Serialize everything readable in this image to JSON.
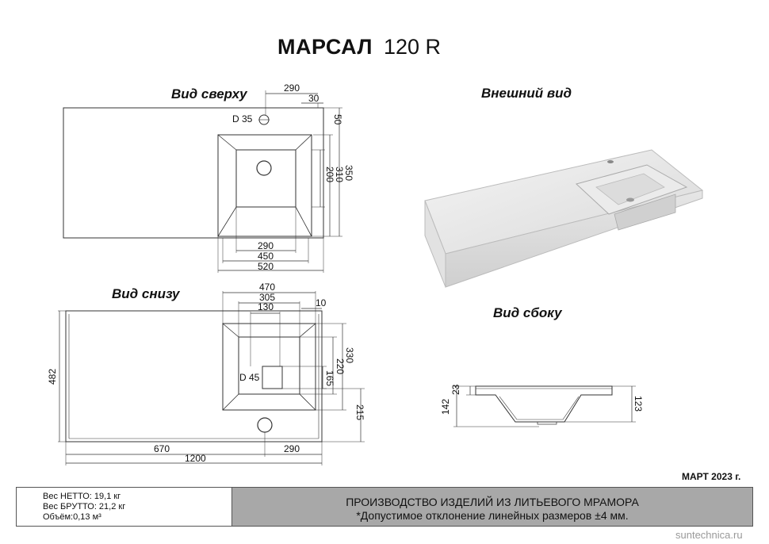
{
  "title": {
    "name": "МАРСАЛ",
    "model": "120 R"
  },
  "views": {
    "top": "Вид сверху",
    "external": "Внешний вид",
    "bottom": "Вид снизу",
    "side": "Вид сбоку"
  },
  "top_dims": {
    "d290": "290",
    "d30": "30",
    "d50": "50",
    "d35": "D 35",
    "d200": "200",
    "d310": "310",
    "d350": "350",
    "d290b": "290",
    "d450": "450",
    "d520": "520"
  },
  "bottom_dims": {
    "d470": "470",
    "d305": "305",
    "d130": "130",
    "d10": "10",
    "d482": "482",
    "d330": "330",
    "d220": "220",
    "d165": "165",
    "d45": "D 45",
    "d215": "215",
    "d670": "670",
    "d290": "290",
    "d1200": "1200"
  },
  "side_dims": {
    "d23": "23",
    "d142": "142",
    "d123": "123"
  },
  "date": "МАРТ 2023 г.",
  "specs": [
    "Вес НЕТТО: 19,1 кг",
    "Вес БРУТТО: 21,2 кг",
    "Объём:0,13 м³"
  ],
  "production": "ПРОИЗВОДСТВО ИЗДЕЛИЙ ИЗ ЛИТЬЕВОГО МРАМОРА",
  "tolerance": "*Допустимое отклонение линейных размеров ±4 мм.",
  "watermark": "suntechnica.ru"
}
